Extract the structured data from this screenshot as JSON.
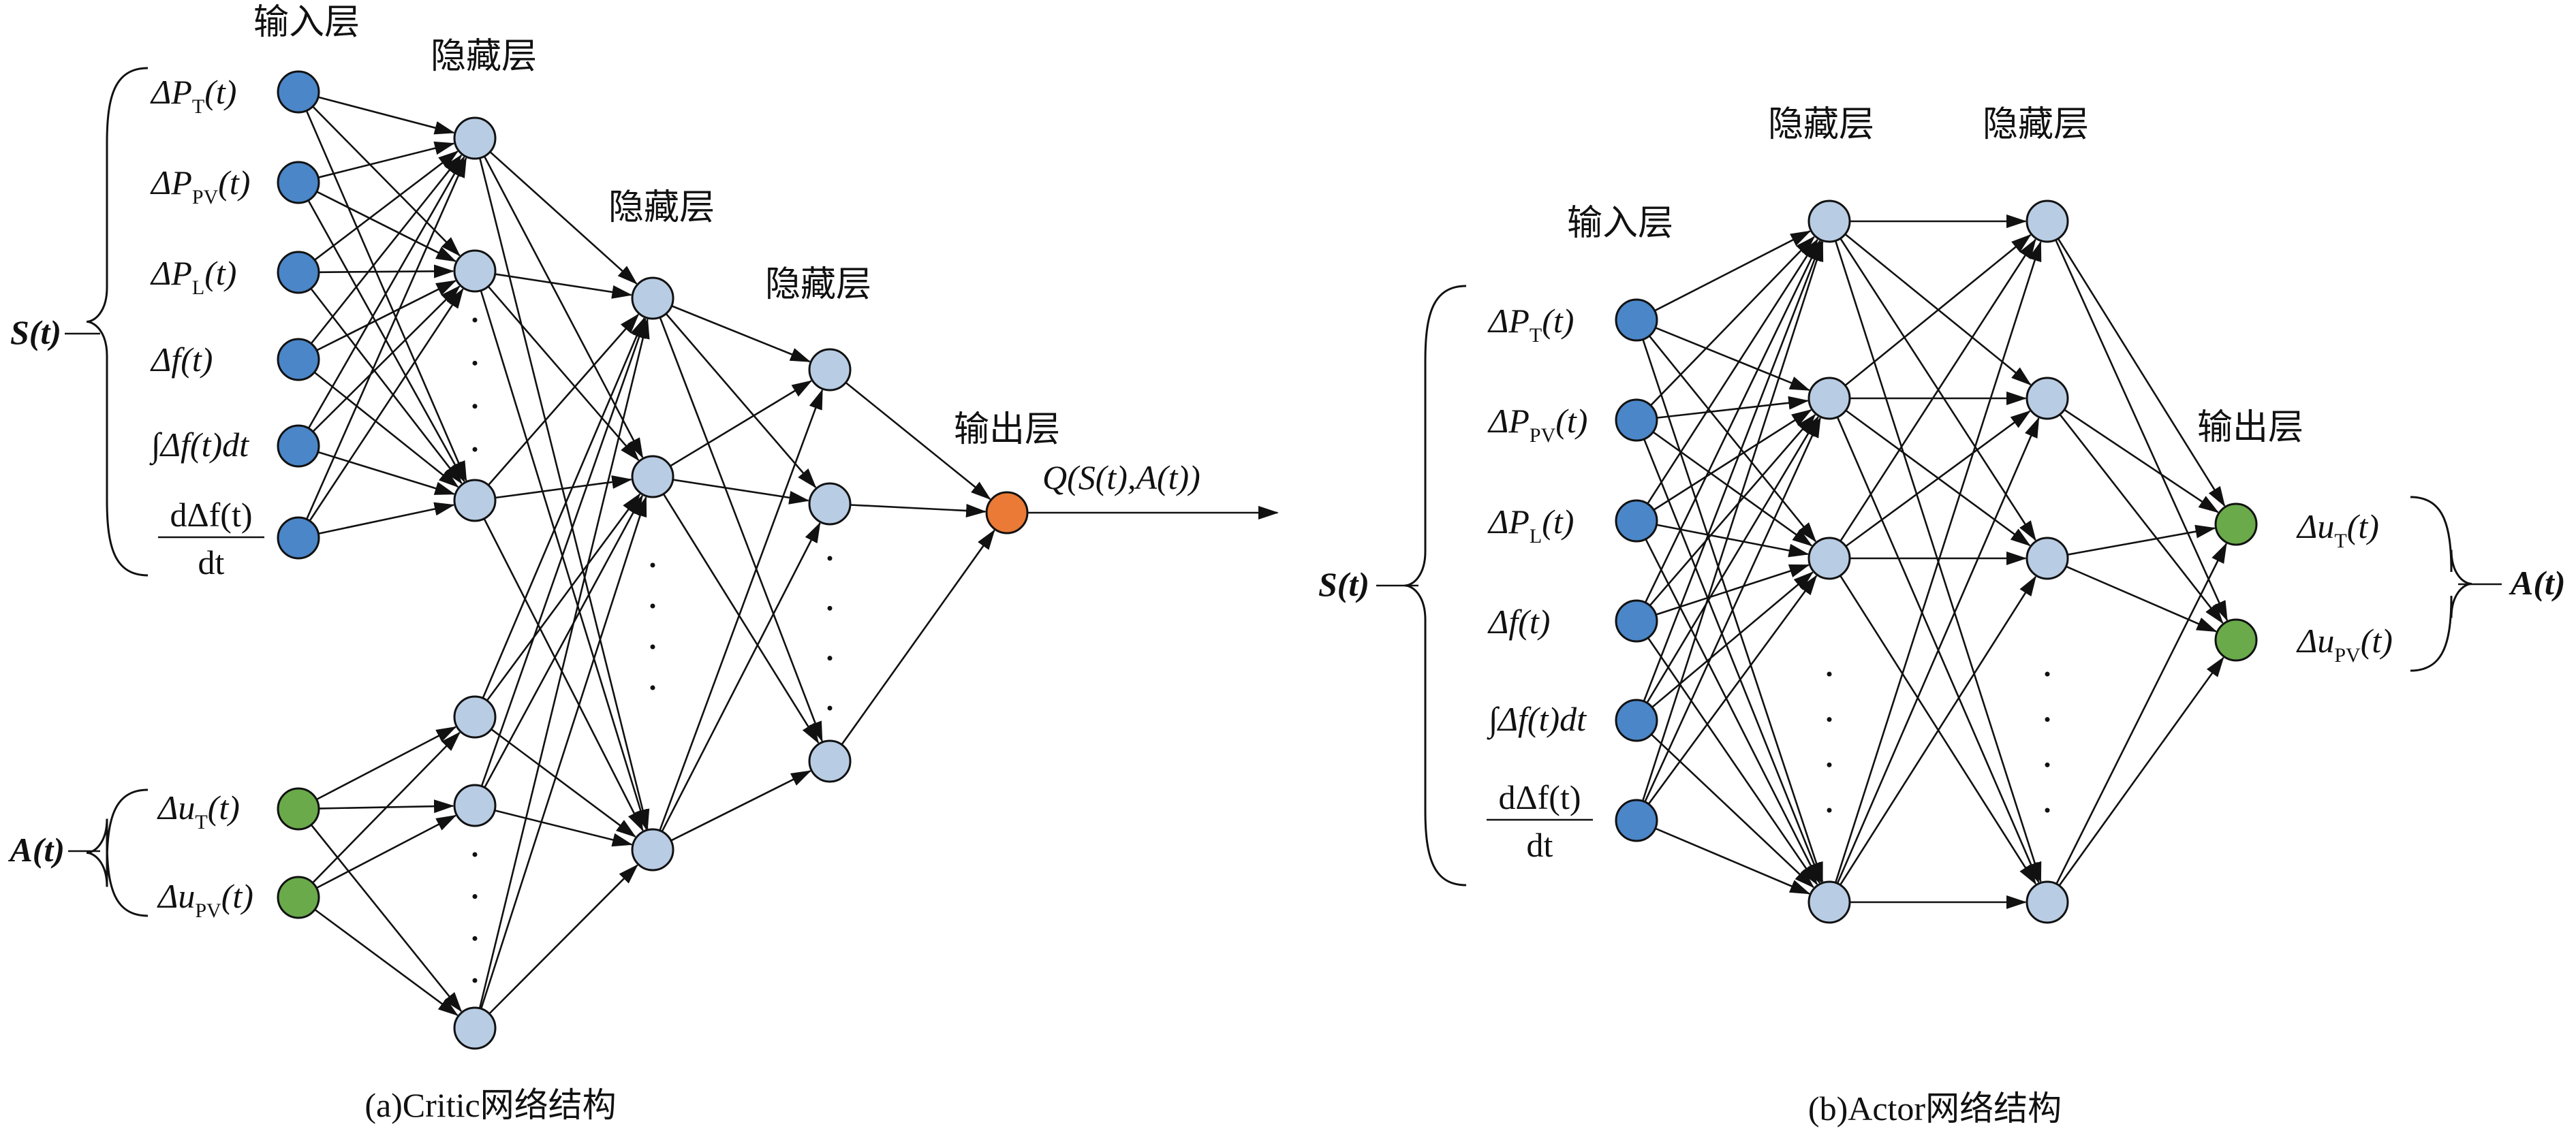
{
  "colors": {
    "input_node": "#4a86c8",
    "hidden_node": "#b8cce4",
    "action_node": "#6aaa4a",
    "output_node": "#ea7a35",
    "stroke": "#111111"
  },
  "critic": {
    "caption": "(a)Critic网络结构",
    "input_layer_label": "输入层",
    "hidden_labels": [
      "隐藏层",
      "隐藏层",
      "隐藏层"
    ],
    "output_layer_label": "输出层",
    "state_group_label": "S(t)",
    "action_group_label": "A(t)",
    "output_text": "Q(S(t),A(t))",
    "state_inputs": [
      {
        "main": "ΔP",
        "sub": "T",
        "tail": "(t)"
      },
      {
        "main": "ΔP",
        "sub": "PV",
        "tail": "(t)"
      },
      {
        "main": "ΔP",
        "sub": "L",
        "tail": "(t)"
      },
      {
        "main": "Δf(t)",
        "sub": "",
        "tail": ""
      },
      {
        "main": "∫Δf(t)dt",
        "sub": "",
        "tail": ""
      },
      {
        "main": "dΔf(t)",
        "sub": "",
        "tail": "",
        "denominator": "dt"
      }
    ],
    "action_inputs": [
      {
        "main": "Δu",
        "sub": "T",
        "tail": "(t)"
      },
      {
        "main": "Δu",
        "sub": "PV",
        "tail": "(t)"
      }
    ]
  },
  "actor": {
    "caption": "(b)Actor网络结构",
    "input_layer_label": "输入层",
    "hidden_labels": [
      "隐藏层",
      "隐藏层"
    ],
    "output_layer_label": "输出层",
    "state_group_label": "S(t)",
    "action_group_label": "A(t)",
    "state_inputs": [
      {
        "main": "ΔP",
        "sub": "T",
        "tail": "(t)"
      },
      {
        "main": "ΔP",
        "sub": "PV",
        "tail": "(t)"
      },
      {
        "main": "ΔP",
        "sub": "L",
        "tail": "(t)"
      },
      {
        "main": "Δf(t)",
        "sub": "",
        "tail": ""
      },
      {
        "main": "∫Δf(t)dt",
        "sub": "",
        "tail": ""
      },
      {
        "main": "dΔf(t)",
        "sub": "",
        "tail": "",
        "denominator": "dt"
      }
    ],
    "outputs": [
      {
        "main": "Δu",
        "sub": "T",
        "tail": "(t)"
      },
      {
        "main": "Δu",
        "sub": "PV",
        "tail": "(t)"
      }
    ]
  }
}
